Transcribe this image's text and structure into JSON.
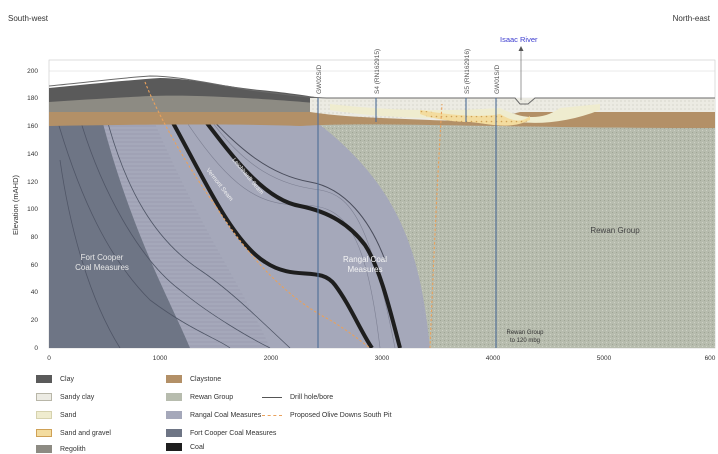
{
  "orientation": {
    "left": "South-west",
    "right": "North-east"
  },
  "river": {
    "label": "Isaac River"
  },
  "y_axis": {
    "label": "Elevation (mAHD)",
    "ticks": [
      "0",
      "20",
      "40",
      "60",
      "80",
      "100",
      "120",
      "140",
      "160",
      "180",
      "200"
    ]
  },
  "x_axis": {
    "ticks": [
      "0",
      "1000",
      "2000",
      "3000",
      "4000",
      "5000",
      "600"
    ]
  },
  "bores": [
    "GW02S/D",
    "S4 (RN162915)",
    "S5 (RN162916)",
    "GW01S/D"
  ],
  "units": {
    "fort_cooper": [
      "Fort Cooper",
      "Coal Measures"
    ],
    "rangal": [
      "Rangal Coal",
      "Measures"
    ],
    "rewan": "Rewan Group",
    "rewan_depth": [
      "Rewan Group",
      "to 120 mbg"
    ],
    "leichhardt_seam": "Leichhardt Seam",
    "vermont_seam": "Vermont Seam"
  },
  "legend": {
    "col1": [
      "Clay",
      "Sandy clay",
      "Sand",
      "Sand and gravel",
      "Regolith"
    ],
    "col2": [
      "Claystone",
      "Rewan Group",
      "Rangal Coal Measures",
      "Fort Cooper Coal Measures",
      "Coal"
    ],
    "col3": [
      "Drill hole/bore",
      "Proposed Olive Downs South Pit"
    ]
  },
  "colors": {
    "fort_cooper": "#6e7585",
    "rangal": "#a5a8ba",
    "rewan": "#b7bcae",
    "coal": "#1e1e1e",
    "claystone": "#b39067",
    "sand": "#efeccf",
    "clay": "#5a5a5a",
    "bore": "#4e6d97",
    "pit": "#e9a15c",
    "river_label": "#3a3acf"
  }
}
